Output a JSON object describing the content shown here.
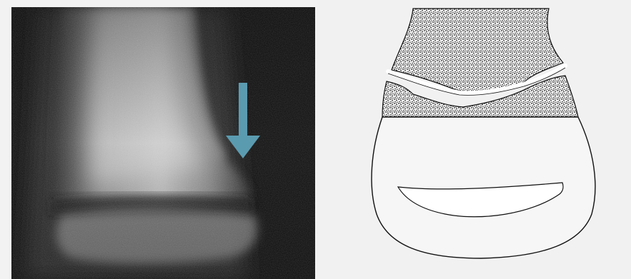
{
  "figure": {
    "left_panel": {
      "kind": "radiograph",
      "subject": "distal-long-bone-with-physeal-fracture",
      "arrow_color": "#5b9bb0",
      "arrow_direction": "down"
    },
    "right_panel": {
      "kind": "line-diagram",
      "subject": "physis-fracture-schematic",
      "stipple_color": "#1a1a1a",
      "outline_color": "#111111"
    }
  }
}
